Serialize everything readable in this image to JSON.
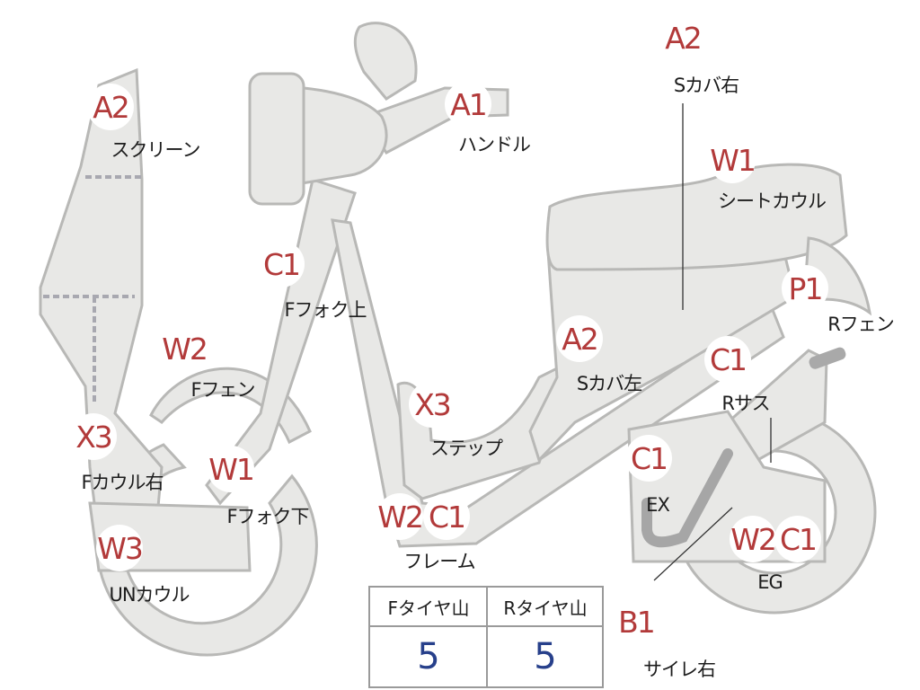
{
  "diagram": {
    "parts": [
      {
        "id": "screen",
        "code": "A2",
        "label": "スクリーン"
      },
      {
        "id": "handle",
        "code": "A1",
        "label": "ハンドル"
      },
      {
        "id": "side-cover-right",
        "code": "A2",
        "label": "Sカバ右"
      },
      {
        "id": "seat-cowl",
        "code": "W1",
        "label": "シートカウル"
      },
      {
        "id": "front-fork-upper",
        "code": "C1",
        "label": "Fフォク上"
      },
      {
        "id": "front-fender",
        "code": "W2",
        "label": "Fフェン"
      },
      {
        "id": "rear-fender",
        "code": "P1",
        "label": "Rフェン"
      },
      {
        "id": "side-cover-left",
        "code": "A2",
        "label": "Sカバ左"
      },
      {
        "id": "rear-suspension",
        "code": "C1",
        "label": "Rサス"
      },
      {
        "id": "step",
        "code": "X3",
        "label": "ステップ"
      },
      {
        "id": "front-cowl-right",
        "code": "X3",
        "label": "Fカウル右"
      },
      {
        "id": "front-fork-lower",
        "code": "W1",
        "label": "Fフォク下"
      },
      {
        "id": "exhaust",
        "code": "C1",
        "label": "EX"
      },
      {
        "id": "frame",
        "codes": [
          "W2",
          "C1"
        ],
        "label": "フレーム"
      },
      {
        "id": "under-cowl",
        "code": "W3",
        "label": "UNカウル"
      },
      {
        "id": "engine",
        "codes": [
          "W2",
          "C1"
        ],
        "label": "EG"
      },
      {
        "id": "muffler-right",
        "code": "B1",
        "label": "サイレ右"
      }
    ]
  },
  "tread": {
    "front_header": "Fタイヤ山",
    "rear_header": "Rタイヤ山",
    "front_value": "5",
    "rear_value": "5"
  },
  "colors": {
    "code_text": "#b23a3a",
    "value_text": "#27408b",
    "part_fill": "#e8e8e6",
    "part_outline": "#b8b8b6"
  }
}
